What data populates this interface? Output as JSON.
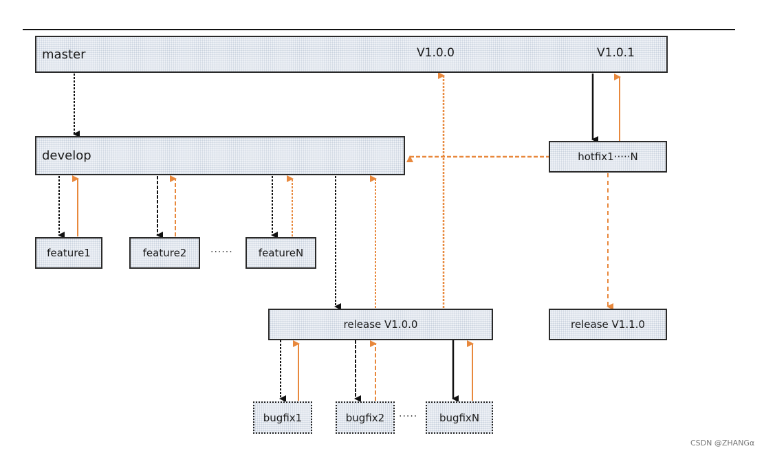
{
  "nodes": {
    "master": "master",
    "develop": "develop",
    "hotfix": "hotfix1·····N",
    "feature1": "feature1",
    "feature2": "feature2",
    "featureN": "featureN",
    "release_100": "release V1.0.0",
    "release_110": "release V1.1.0",
    "bugfix1": "bugfix1",
    "bugfix2": "bugfix2",
    "bugfixN": "bugfixN"
  },
  "tags": {
    "v100": "V1.0.0",
    "v101": "V1.0.1"
  },
  "ellipsis": {
    "features": "······",
    "bugfixes": "·····"
  },
  "colors": {
    "merge_down": "#111111",
    "merge_up": "#e8883c",
    "node_fill": "#eef1f6"
  },
  "watermark": "CSDN @ZHANGα"
}
